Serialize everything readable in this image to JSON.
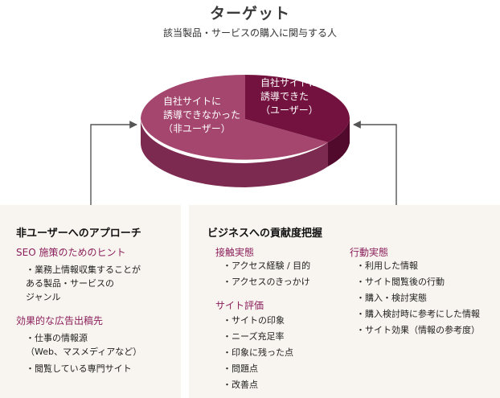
{
  "header": {
    "title": "ターゲット",
    "subtitle": "該当製品・サービスの購入に関与する人"
  },
  "pie": {
    "slice_non_user": {
      "label_lines": [
        "自社サイトに",
        "誘導できなかった",
        "（非ユーザー）"
      ]
    },
    "slice_user": {
      "label_lines": [
        "自社サイトに",
        "誘導できた",
        "（ユーザー）"
      ]
    },
    "colors": {
      "main": "#a5466f",
      "main_side": "#7d2a50",
      "accent": "#74123f",
      "accent_side": "#520a2c"
    }
  },
  "left_panel": {
    "title": "非ユーザーへのアプローチ",
    "sections": [
      {
        "heading": "SEO 施策のためのヒント",
        "items": [
          "業務上情報収集することが\nある製品・サービスの\nジャンル"
        ]
      },
      {
        "heading": "効果的な広告出稿先",
        "items": [
          "仕事の情報源\n（Web、マスメディアなど）",
          "閲覧している専門サイト"
        ]
      }
    ]
  },
  "right_panel": {
    "title": "ビジネスへの貢献度把握",
    "contact": {
      "heading": "接触実態",
      "items": [
        "アクセス経験 / 目的",
        "アクセスのきっかけ"
      ]
    },
    "evaluation": {
      "heading": "サイト評価",
      "items": [
        "サイトの印象",
        "ニーズ充足率",
        "印象に残った点",
        "問題点",
        "改善点"
      ]
    },
    "behavior": {
      "heading": "行動実態",
      "items": [
        "利用した情報",
        "サイト閲覧後の行動",
        "購入・検討実態",
        "購入検討時に参考にした情報",
        "サイト効果（情報の参考度）"
      ]
    }
  },
  "arrow_color": "#555555"
}
